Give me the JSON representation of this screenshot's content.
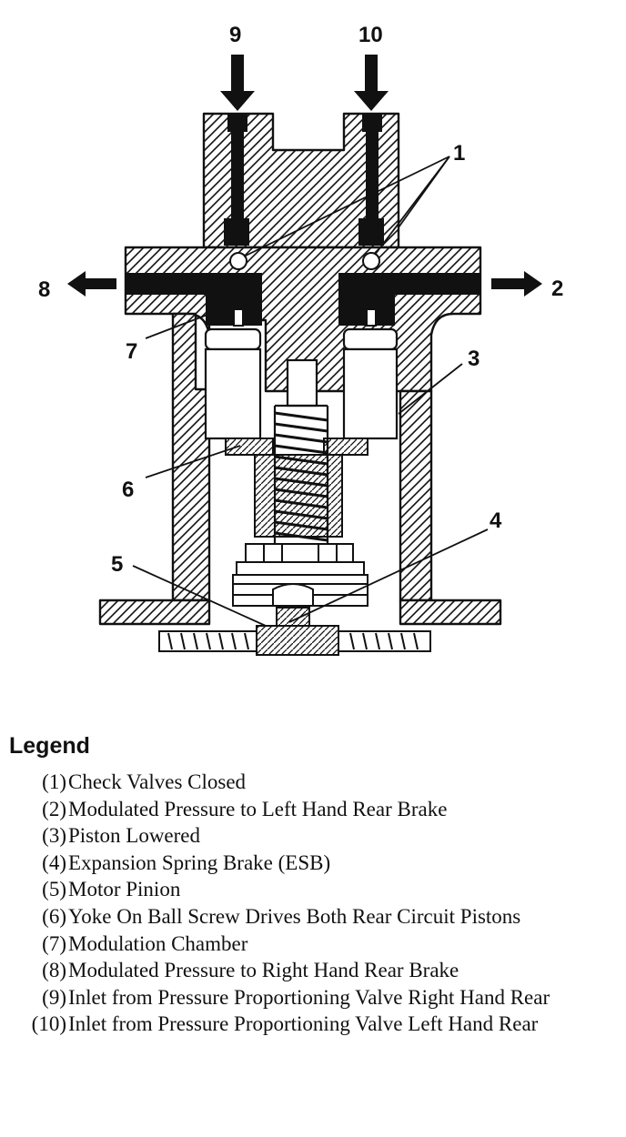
{
  "diagram": {
    "callouts": [
      "1",
      "2",
      "3",
      "4",
      "5",
      "6",
      "7",
      "8",
      "9",
      "10"
    ]
  },
  "legend": {
    "title": "Legend",
    "items": [
      {
        "num": "(1)",
        "text": "Check Valves Closed"
      },
      {
        "num": "(2)",
        "text": "Modulated Pressure to Left Hand Rear Brake"
      },
      {
        "num": "(3)",
        "text": "Piston Lowered"
      },
      {
        "num": "(4)",
        "text": "Expansion Spring Brake (ESB)"
      },
      {
        "num": "(5)",
        "text": "Motor Pinion"
      },
      {
        "num": "(6)",
        "text": "Yoke On Ball Screw Drives Both Rear Circuit Pistons"
      },
      {
        "num": "(7)",
        "text": "Modulation Chamber"
      },
      {
        "num": "(8)",
        "text": "Modulated Pressure to Right Hand Rear Brake"
      },
      {
        "num": "(9)",
        "text": "Inlet from Pressure Proportioning Valve Right Hand Rear"
      },
      {
        "num": "(10)",
        "text": "Inlet from Pressure Proportioning Valve Left Hand Rear"
      }
    ]
  }
}
